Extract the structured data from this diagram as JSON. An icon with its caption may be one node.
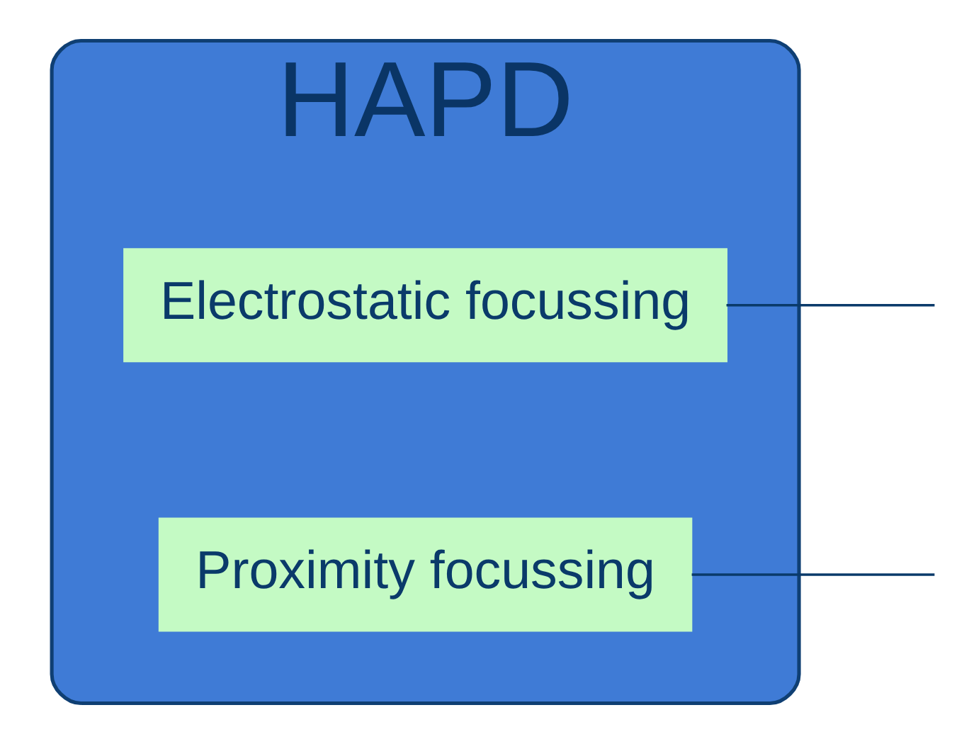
{
  "diagram": {
    "nodes": [
      {
        "text": [
          "HAPD"
        ]
      },
      {
        "text": [
          "Electrostatic focussing"
        ],
        "in": 0
      },
      {
        "text": [
          "Proximity focussing"
        ],
        "in": 0
      }
    ],
    "edges": [
      {
        "from": 1,
        "to": null,
        "arrow": "none"
      },
      {
        "from": 2,
        "to": null,
        "arrow": "none"
      }
    ]
  }
}
